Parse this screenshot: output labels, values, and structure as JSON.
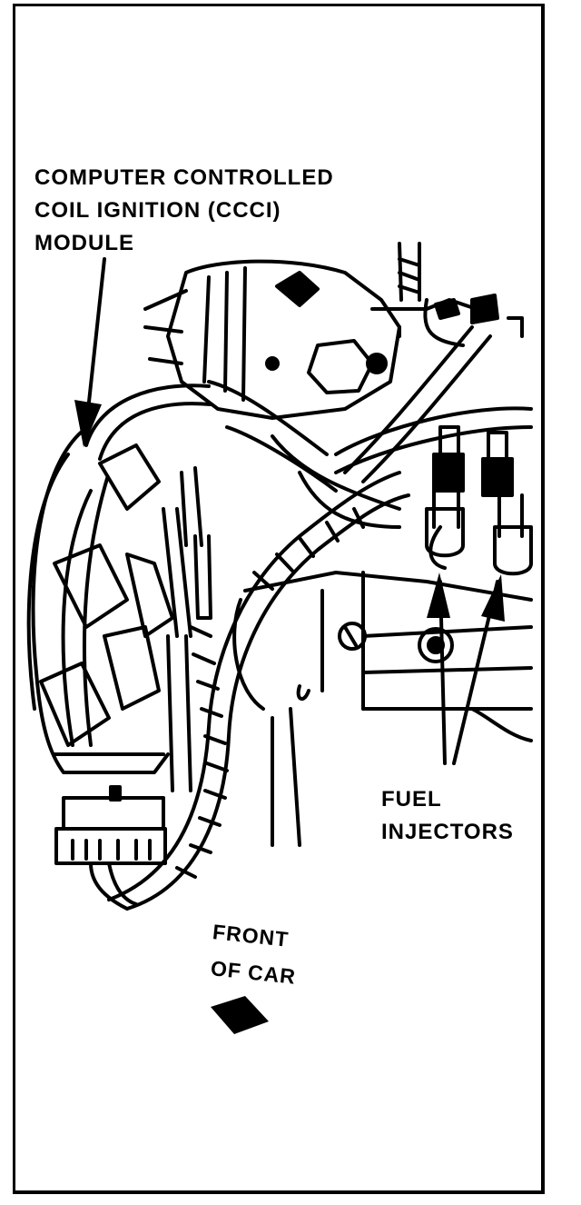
{
  "labels": {
    "ccci_module": [
      "COMPUTER CONTROLLED",
      "COIL IGNITION (CCCI)",
      "MODULE"
    ],
    "fuel_injectors": [
      "FUEL",
      "INJECTORS"
    ],
    "front_of_car": [
      "FRONT",
      "OF CAR"
    ]
  },
  "colors": {
    "ink": "#000000",
    "paper": "#ffffff"
  }
}
